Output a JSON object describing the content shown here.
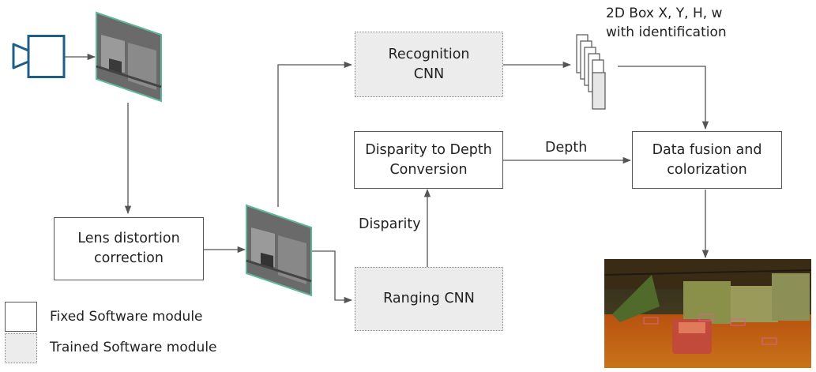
{
  "modules": {
    "recognition": "Recognition\nCNN",
    "disparity_to_depth": "Disparity to Depth\nConversion",
    "data_fusion": "Data fusion and\ncolorization",
    "lens_correction": "Lens distortion\ncorrection",
    "ranging": "Ranging CNN"
  },
  "labels": {
    "box_output": "2D Box X, Y, H, w\nwith identification",
    "depth": "Depth",
    "disparity": "Disparity"
  },
  "legend": {
    "fixed": "Fixed Software module",
    "trained": "Trained Software module"
  },
  "colors": {
    "camera": "#1f5f86",
    "image_frame": "#5fb79a",
    "box_border": "#555555",
    "trained_fill": "#ececec"
  }
}
